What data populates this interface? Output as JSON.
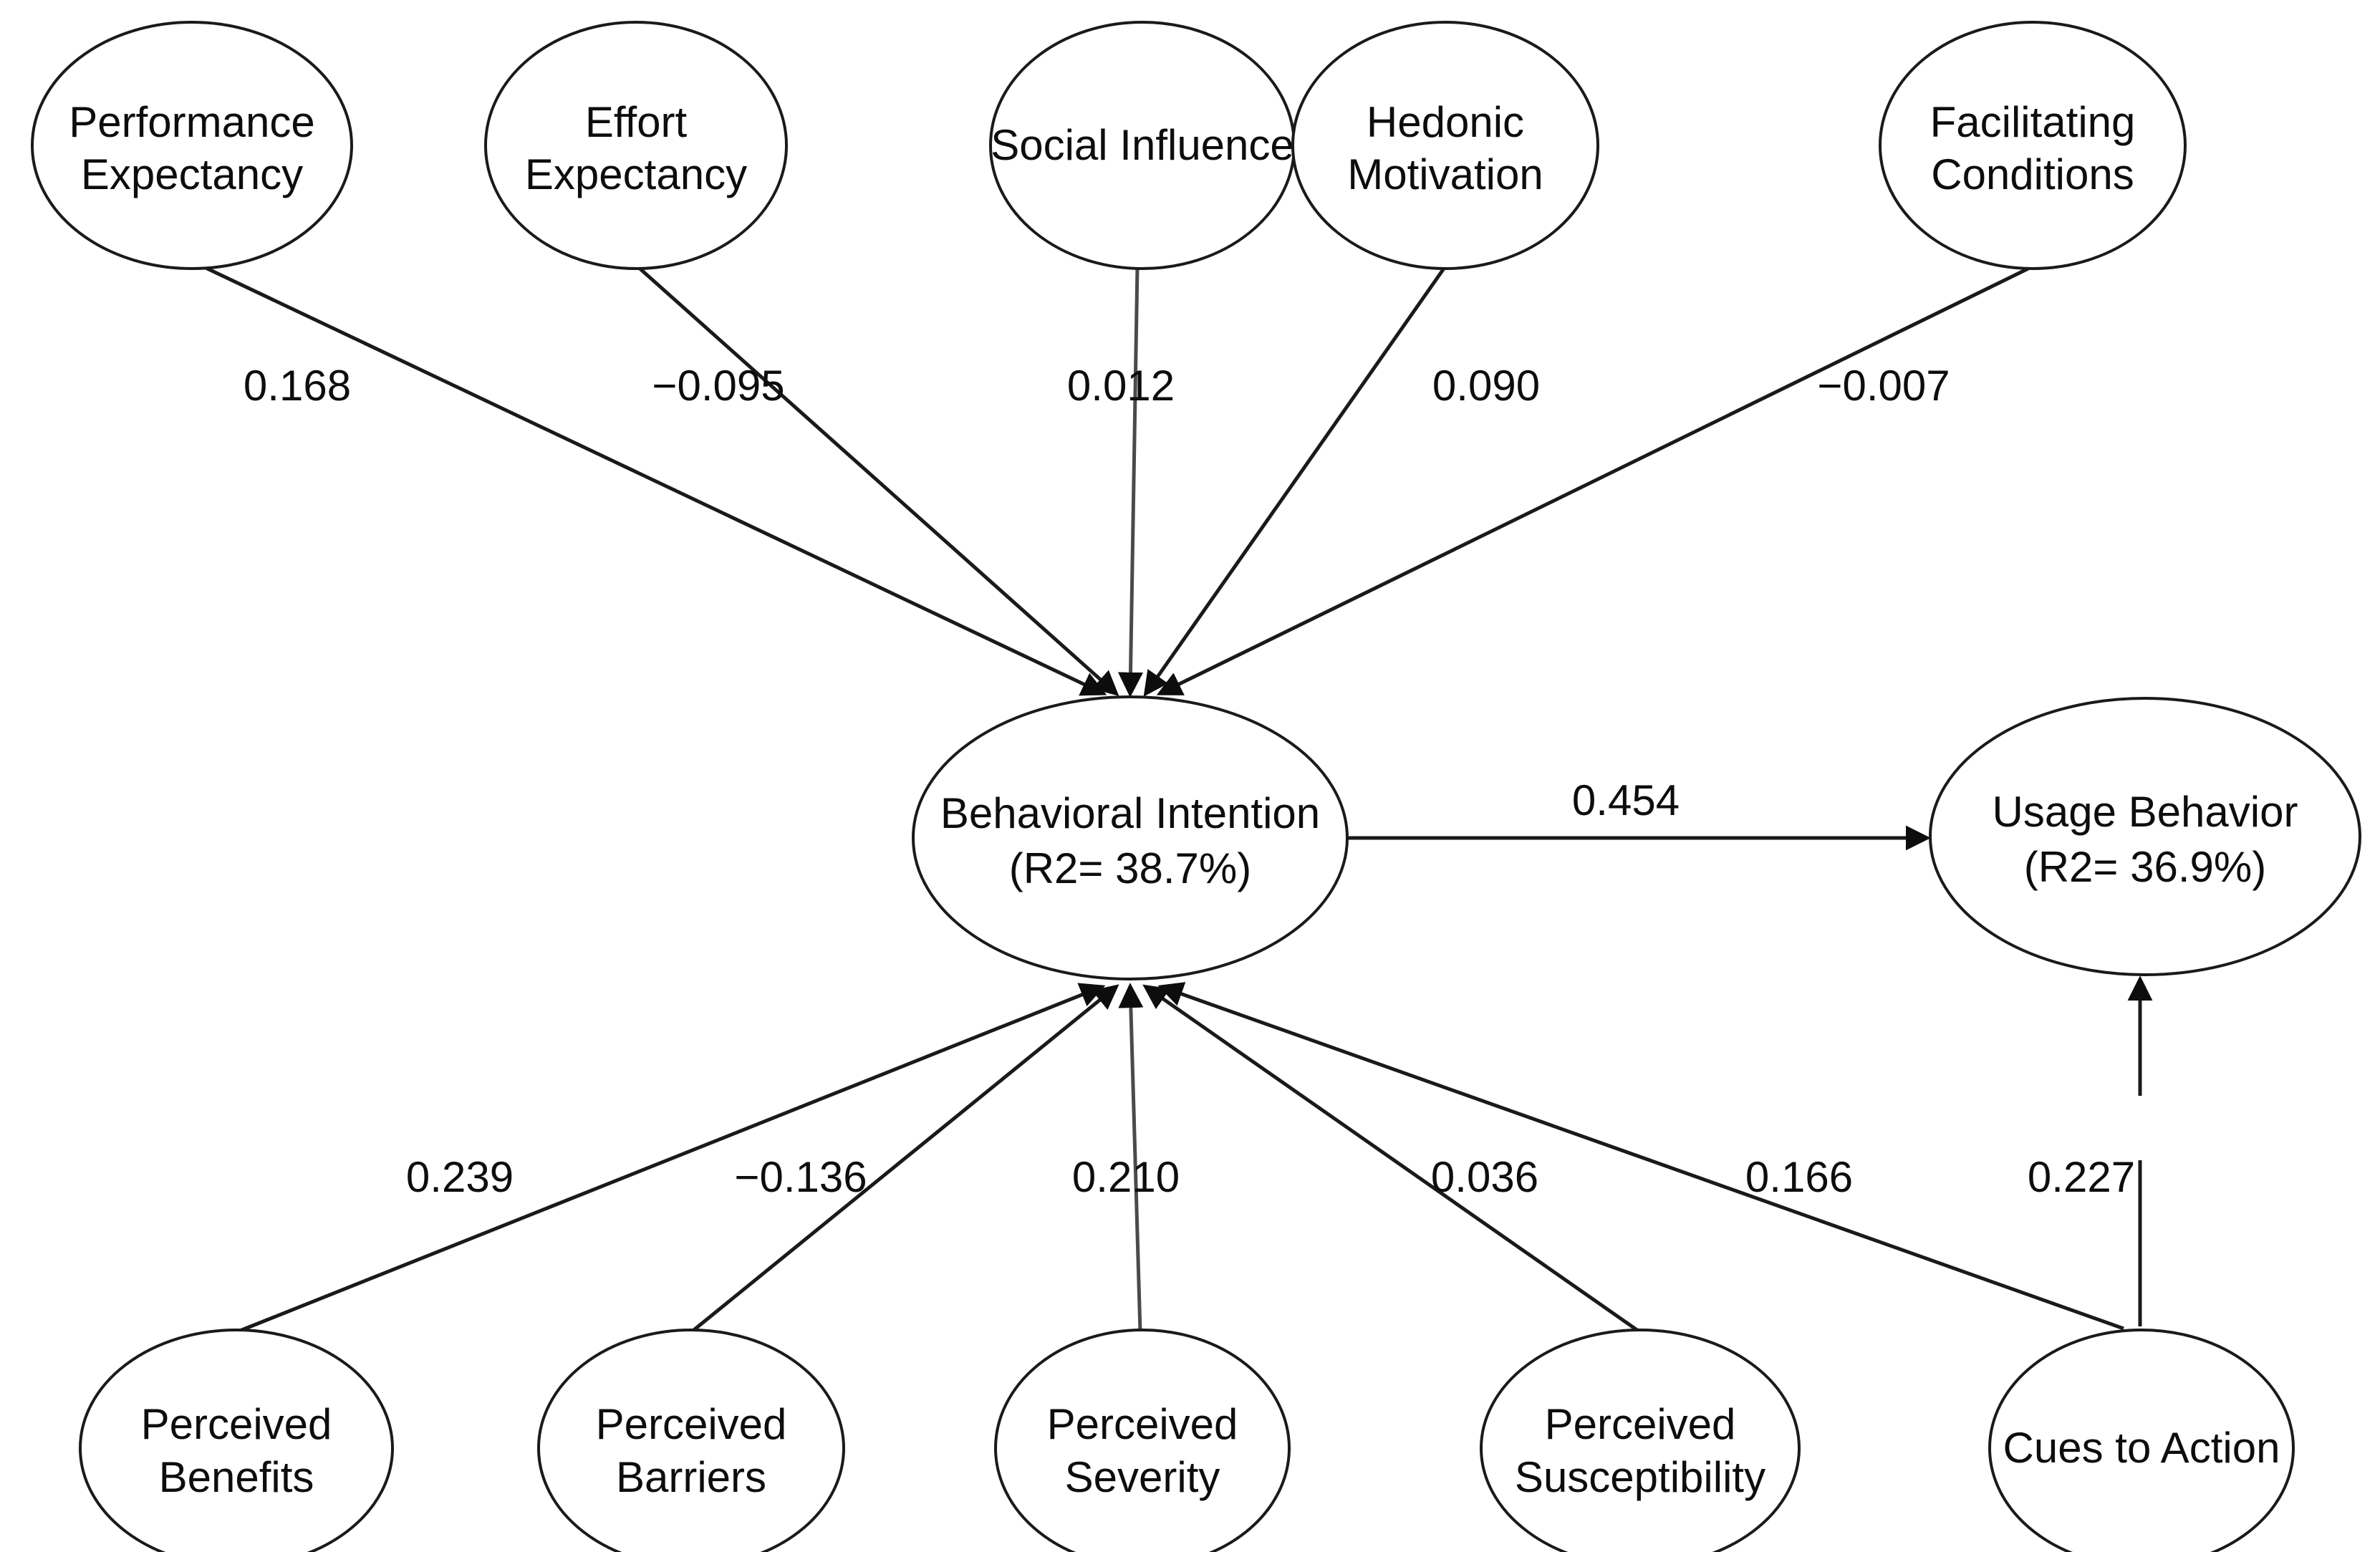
{
  "diagram": {
    "title": "Structural model of behavioral intention and usage behavior",
    "type": "path-diagram",
    "background_color": "#ffffff",
    "stroke_color": "#1a1a1a",
    "text_color": "#0d0d0d"
  },
  "nodes": {
    "performance_expectancy": {
      "line1": "Performance",
      "line2": "Expectancy"
    },
    "effort_expectancy": {
      "line1": "Effort",
      "line2": "Expectancy"
    },
    "social_influence": {
      "line1": "Social Influence",
      "line2": ""
    },
    "hedonic_motivation": {
      "line1": "Hedonic",
      "line2": "Motivation"
    },
    "facilitating_conditions": {
      "line1": "Facilitating",
      "line2": "Conditions"
    },
    "behavioral_intention": {
      "line1": "Behavioral Intention",
      "line2": "(R2= 38.7%)"
    },
    "usage_behavior": {
      "line1": "Usage Behavior",
      "line2": "(R2= 36.9%)"
    },
    "perceived_benefits": {
      "line1": "Perceived",
      "line2": "Benefits"
    },
    "perceived_barriers": {
      "line1": "Perceived",
      "line2": "Barriers"
    },
    "perceived_severity": {
      "line1": "Perceived",
      "line2": "Severity"
    },
    "perceived_susceptibility": {
      "line1": "Perceived",
      "line2": "Susceptibility"
    },
    "cues_to_action": {
      "line1": "Cues to Action",
      "line2": ""
    }
  },
  "coefficients": {
    "pe_to_bi": "0.168",
    "ee_to_bi": "−0.095",
    "si_to_bi": "0.012",
    "hm_to_bi": "0.090",
    "fc_to_bi": "−0.007",
    "bi_to_ub": "0.454",
    "pben_to_bi": "0.239",
    "pbar_to_bi": "−0.136",
    "psev_to_bi": "0.210",
    "psus_to_bi": "0.036",
    "cta_to_bi": "0.166",
    "cta_to_ub": "0.227"
  },
  "chart_data": {
    "type": "diagram",
    "title": "Structural equation model path diagram",
    "nodes": [
      {
        "id": "performance_expectancy",
        "label": "Performance Expectancy",
        "row": "top"
      },
      {
        "id": "effort_expectancy",
        "label": "Effort Expectancy",
        "row": "top"
      },
      {
        "id": "social_influence",
        "label": "Social Influence",
        "row": "top"
      },
      {
        "id": "hedonic_motivation",
        "label": "Hedonic Motivation",
        "row": "top"
      },
      {
        "id": "facilitating_conditions",
        "label": "Facilitating Conditions",
        "row": "top"
      },
      {
        "id": "behavioral_intention",
        "label": "Behavioral Intention (R2= 38.7%)",
        "row": "middle",
        "r2": 38.7
      },
      {
        "id": "usage_behavior",
        "label": "Usage Behavior (R2= 36.9%)",
        "row": "middle",
        "r2": 36.9
      },
      {
        "id": "perceived_benefits",
        "label": "Perceived Benefits",
        "row": "bottom"
      },
      {
        "id": "perceived_barriers",
        "label": "Perceived Barriers",
        "row": "bottom"
      },
      {
        "id": "perceived_severity",
        "label": "Perceived Severity",
        "row": "bottom"
      },
      {
        "id": "perceived_susceptibility",
        "label": "Perceived Susceptibility",
        "row": "bottom"
      },
      {
        "id": "cues_to_action",
        "label": "Cues to Action",
        "row": "bottom"
      }
    ],
    "edges": [
      {
        "from": "performance_expectancy",
        "to": "behavioral_intention",
        "value": 0.168,
        "label": "0.168"
      },
      {
        "from": "effort_expectancy",
        "to": "behavioral_intention",
        "value": -0.095,
        "label": "−0.095"
      },
      {
        "from": "social_influence",
        "to": "behavioral_intention",
        "value": 0.012,
        "label": "0.012"
      },
      {
        "from": "hedonic_motivation",
        "to": "behavioral_intention",
        "value": 0.09,
        "label": "0.090"
      },
      {
        "from": "facilitating_conditions",
        "to": "behavioral_intention",
        "value": -0.007,
        "label": "−0.007"
      },
      {
        "from": "behavioral_intention",
        "to": "usage_behavior",
        "value": 0.454,
        "label": "0.454"
      },
      {
        "from": "perceived_benefits",
        "to": "behavioral_intention",
        "value": 0.239,
        "label": "0.239"
      },
      {
        "from": "perceived_barriers",
        "to": "behavioral_intention",
        "value": -0.136,
        "label": "−0.136"
      },
      {
        "from": "perceived_severity",
        "to": "behavioral_intention",
        "value": 0.21,
        "label": "0.210"
      },
      {
        "from": "perceived_susceptibility",
        "to": "behavioral_intention",
        "value": 0.036,
        "label": "0.036"
      },
      {
        "from": "cues_to_action",
        "to": "behavioral_intention",
        "value": 0.166,
        "label": "0.166"
      },
      {
        "from": "cues_to_action",
        "to": "usage_behavior",
        "value": 0.227,
        "label": "0.227"
      }
    ]
  }
}
